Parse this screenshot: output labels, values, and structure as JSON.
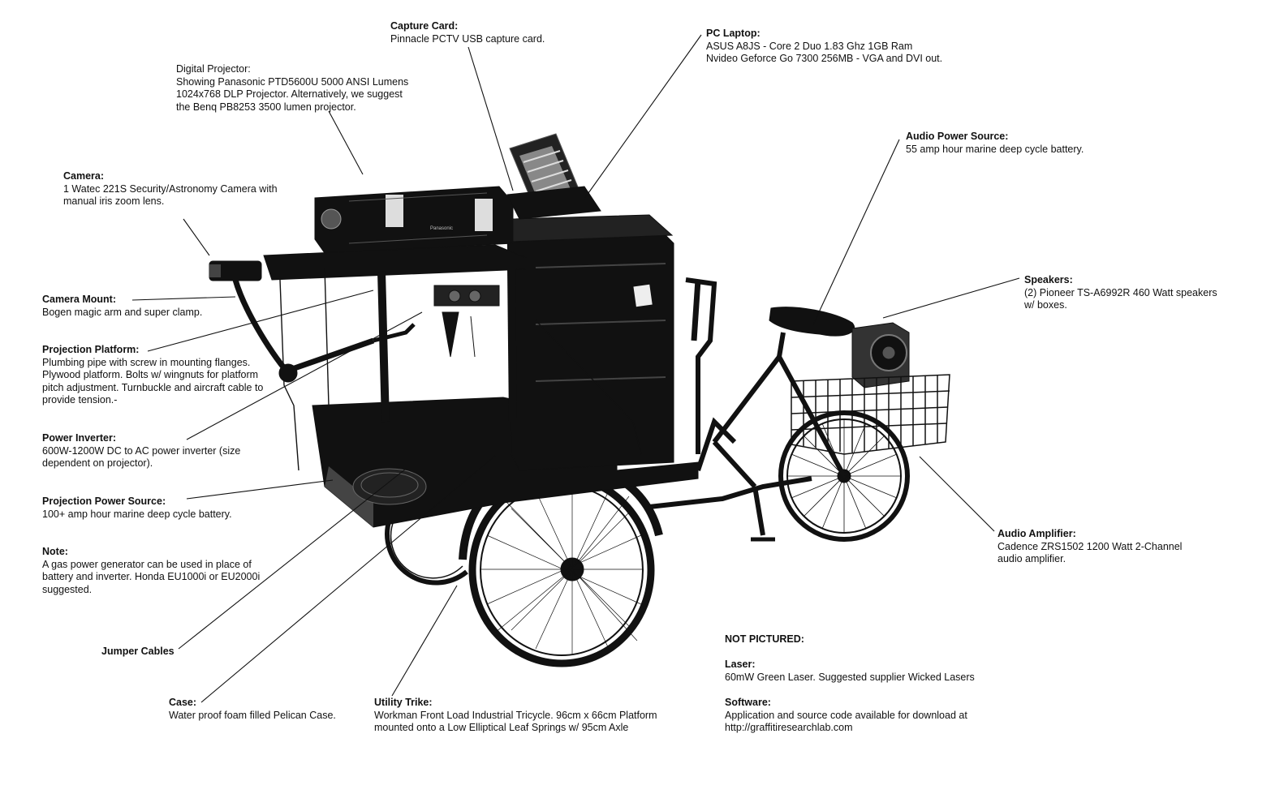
{
  "colors": {
    "ink": "#111111",
    "background": "#ffffff"
  },
  "labels": {
    "capture_card": {
      "title": "Capture Card:",
      "lines": [
        "Pinnacle PCTV USB capture card."
      ]
    },
    "pc_laptop": {
      "title": "PC Laptop:",
      "lines": [
        "ASUS A8JS - Core 2 Duo 1.83 Ghz 1GB Ram",
        "Nvideo Geforce Go 7300 256MB - VGA and DVI out."
      ]
    },
    "digital_projector": {
      "title": "Digital Projector:",
      "lines": [
        "Showing Panasonic PTD5600U 5000 ANSI Lumens",
        "1024x768 DLP Projector. Alternatively, we suggest",
        "the Benq PB8253 3500 lumen projector."
      ]
    },
    "audio_power_source": {
      "title": "Audio Power Source:",
      "lines": [
        "55 amp hour marine deep cycle battery."
      ]
    },
    "camera": {
      "title": "Camera:",
      "lines": [
        "1 Watec 221S Security/Astronomy Camera with",
        "manual iris zoom lens."
      ]
    },
    "speakers": {
      "title": "Speakers:",
      "lines": [
        "(2) Pioneer TS-A6992R 460 Watt speakers",
        "w/ boxes."
      ]
    },
    "camera_mount": {
      "title": "Camera Mount:",
      "lines": [
        "Bogen magic arm and super clamp."
      ]
    },
    "projection_platform": {
      "title": "Projection Platform:",
      "lines": [
        "Plumbing pipe with screw in mounting flanges.",
        "Plywood platform. Bolts w/ wingnuts for platform",
        "pitch adjustment. Turnbuckle and aircraft cable to",
        "provide tension.-"
      ]
    },
    "power_inverter": {
      "title": "Power Inverter:",
      "lines": [
        "600W-1200W DC to AC power inverter (size",
        "dependent on projector)."
      ]
    },
    "projection_power_source": {
      "title": "Projection Power Source:",
      "lines": [
        "100+ amp hour marine deep cycle battery."
      ]
    },
    "audio_amplifier": {
      "title": "Audio Amplifier:",
      "lines": [
        "Cadence ZRS1502 1200 Watt 2-Channel",
        "audio amplifier."
      ]
    },
    "note": {
      "title": "Note:",
      "lines": [
        "A gas power generator can be used in place of",
        "battery and inverter. Honda EU1000i or EU2000i",
        "suggested."
      ]
    },
    "jumper_cables": {
      "title": "Jumper Cables",
      "lines": []
    },
    "case": {
      "title": "Case:",
      "lines": [
        "Water proof foam filled Pelican Case."
      ]
    },
    "utility_trike": {
      "title": "Utility Trike:",
      "lines": [
        "Workman Front Load Industrial Tricycle. 96cm x 66cm Platform",
        "mounted onto a Low Elliptical Leaf Springs w/ 95cm Axle"
      ]
    },
    "not_pictured": {
      "heading": "NOT PICTURED:",
      "laser": {
        "title": "Laser:",
        "lines": [
          "60mW Green Laser. Suggested supplier Wicked Lasers"
        ]
      },
      "software": {
        "title": "Software:",
        "lines": [
          "Application and source code available for download at",
          "http://graffitiresearchlab.com"
        ]
      }
    }
  },
  "device_text": {
    "projector_brand": "Panasonic"
  }
}
